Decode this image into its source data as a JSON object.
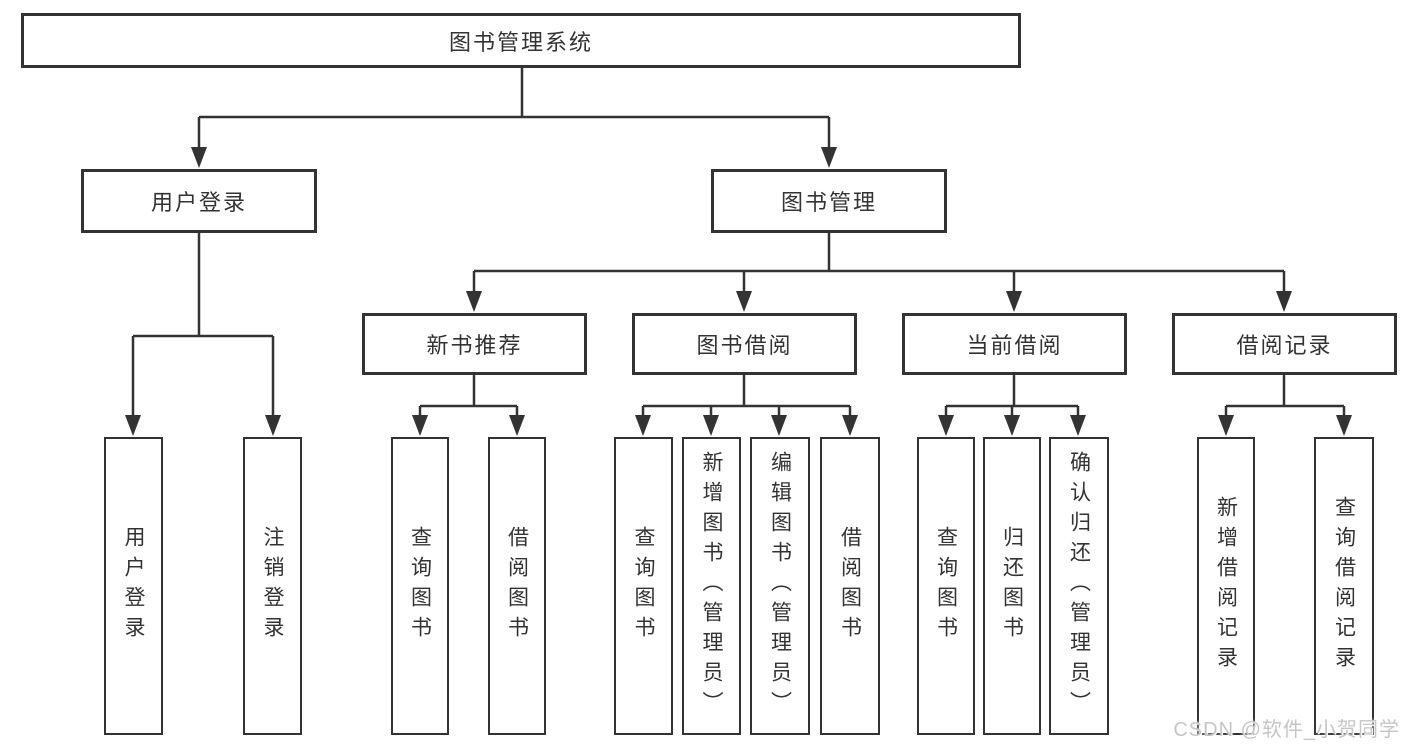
{
  "diagram": {
    "title": "图书管理系统",
    "colors": {
      "line": "#333333",
      "box_border": "#333333",
      "box_fill": "#ffffff",
      "text": "#333333",
      "watermark_text": "#c6c6c6"
    },
    "level2": {
      "user_login": "用户登录",
      "book_mgmt": "图书管理"
    },
    "level3": {
      "new_books": "新书推荐",
      "book_borrow": "图书借阅",
      "current_borrow": "当前借阅",
      "borrow_records": "借阅记录"
    },
    "leaves": {
      "user_login": [
        "用户登录",
        "注销登录"
      ],
      "new_books": [
        "查询图书",
        "借阅图书"
      ],
      "book_borrow": [
        "查询图书",
        "新增图书（管理员）",
        "编辑图书（管理员）",
        "借阅图书"
      ],
      "current_borrow": [
        "查询图书",
        "归还图书",
        "确认归还（管理员）"
      ],
      "borrow_records": [
        "新增借阅记录",
        "查询借阅记录"
      ]
    },
    "watermark": "CSDN @软件_小贺同学"
  }
}
